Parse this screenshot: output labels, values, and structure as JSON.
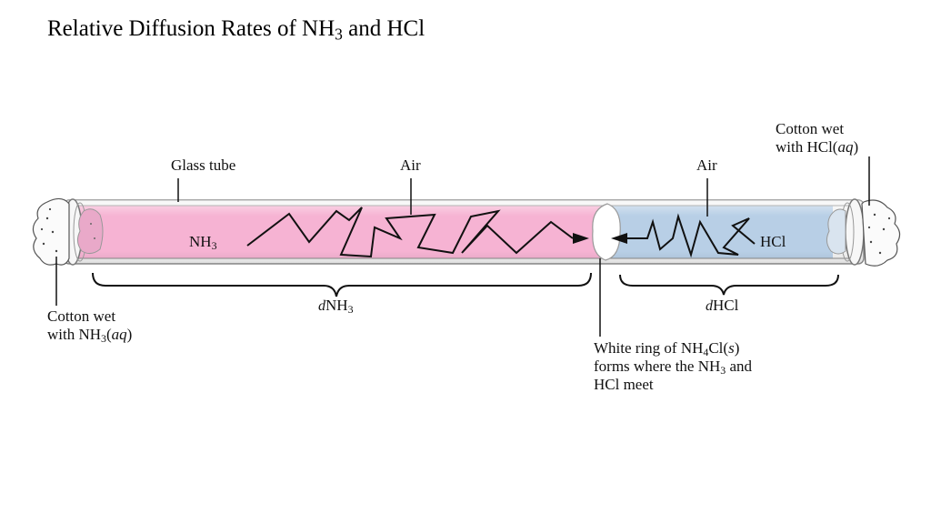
{
  "title": {
    "text": "Relative Diffusion Rates of NH",
    "sub": "3",
    "tail": " and HCl"
  },
  "labels": {
    "glass_tube": "Glass tube",
    "air_left": "Air",
    "air_right": "Air",
    "cotton_left_line1": "Cotton wet",
    "cotton_left_line2_pre": "with NH",
    "cotton_left_line2_sub": "3",
    "cotton_left_line2_paren_open": "(",
    "cotton_left_line2_italic": "aq",
    "cotton_left_line2_paren_close": ")",
    "cotton_right_line1": "Cotton wet",
    "cotton_right_line2_pre": "with HCl(",
    "cotton_right_line2_italic": "aq",
    "cotton_right_line2_post": ")",
    "ring_line1_pre": "White ring of NH",
    "ring_line1_sub": "4",
    "ring_line1_mid": "Cl(",
    "ring_line1_italic": "s",
    "ring_line1_post": ")",
    "ring_line2_pre": "forms where the NH",
    "ring_line2_sub": "3",
    "ring_line2_post": " and",
    "ring_line3": "HCl meet"
  },
  "gases": {
    "nh3_text": "NH",
    "nh3_sub": "3",
    "hcl_text": "HCl"
  },
  "distances": {
    "d_left_symbol": "d",
    "d_left_text": "NH",
    "d_left_sub": "3",
    "d_right_symbol": "d",
    "d_right_text": "HCl"
  },
  "colors": {
    "nh3_region": "#f6b3d3",
    "hcl_region": "#b8cfe6",
    "ring": "#ffffff",
    "tube_edge": "#9a9a9a"
  }
}
